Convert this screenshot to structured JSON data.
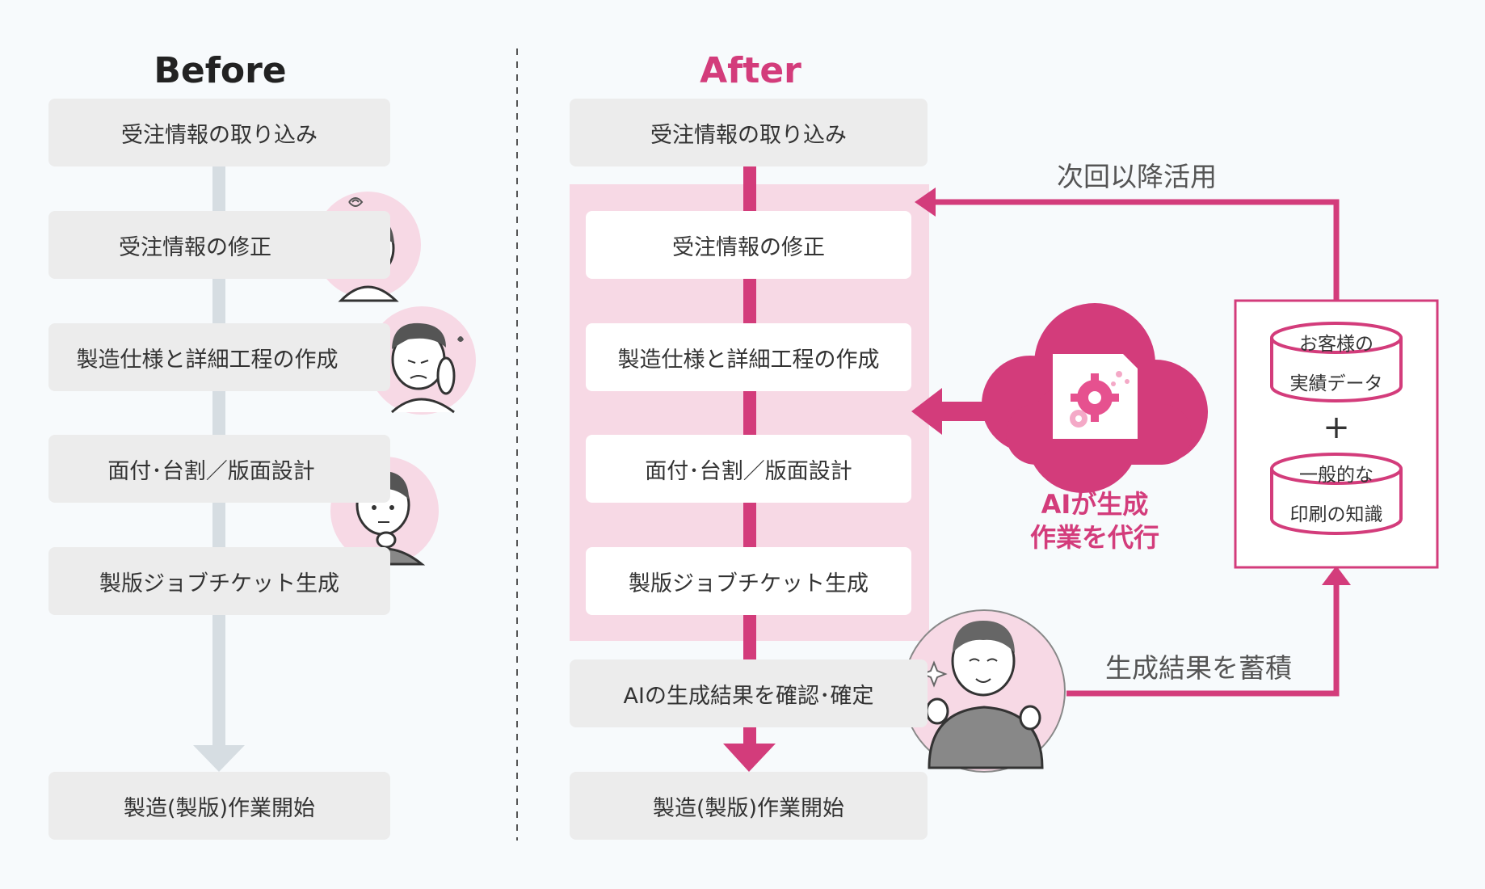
{
  "before": {
    "title": "Before",
    "steps": [
      "受注情報の取り込み",
      "受注情報の修正",
      "製造仕様と詳細工程の作成",
      "面付･台割／版面設計",
      "製版ジョブチケット生成"
    ],
    "final": "製造(製版)作業開始"
  },
  "after": {
    "title": "After",
    "steps": [
      "受注情報の取り込み",
      "受注情報の修正",
      "製造仕様と詳細工程の作成",
      "面付･台割／版面設計",
      "製版ジョブチケット生成",
      "AIの生成結果を確認･確定"
    ],
    "final": "製造(製版)作業開始",
    "ai_label_line1": "AIが生成",
    "ai_label_line2": "作業を代行",
    "reuse_label": "次回以降活用",
    "accumulate_label": "生成結果を蓄積",
    "db1_line1": "お客様の",
    "db1_line2": "実績データ",
    "plus": "+",
    "db2_line1": "一般的な",
    "db2_line2": "印刷の知識"
  },
  "colors": {
    "accent": "#d33c7b",
    "pink_bg": "#f7d9e5",
    "gray_box": "#ececec",
    "gray_line": "#d6dde2"
  }
}
